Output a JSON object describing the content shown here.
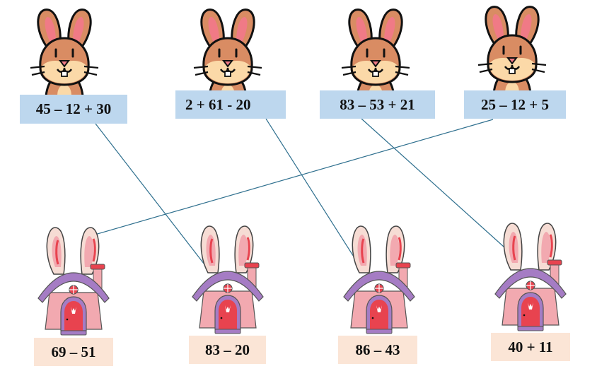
{
  "rabbits": [
    {
      "expression": "45 – 12 + 30"
    },
    {
      "expression": "2 + 61 - 20"
    },
    {
      "expression": "83 – 53 + 21"
    },
    {
      "expression": "25 – 12 + 5"
    }
  ],
  "houses": [
    {
      "expression": "69 – 51"
    },
    {
      "expression": "83 – 20"
    },
    {
      "expression": "86 – 43"
    },
    {
      "expression": "40 + 11"
    }
  ],
  "connections": [
    {
      "from_rabbit": 0,
      "to_house": 1
    },
    {
      "from_rabbit": 1,
      "to_house": 2
    },
    {
      "from_rabbit": 2,
      "to_house": 3
    },
    {
      "from_rabbit": 3,
      "to_house": 0
    }
  ],
  "colors": {
    "top_box": "#bdd7ee",
    "bottom_box": "#fbe5d6",
    "line": "#2e6f8e",
    "rabbit_fur": "#d98c63",
    "rabbit_face": "#fbd9a8",
    "ear_inner": "#f07a86",
    "house_wall": "#f2a9b0",
    "roof": "#a57cc4",
    "door": "#e8434f"
  }
}
